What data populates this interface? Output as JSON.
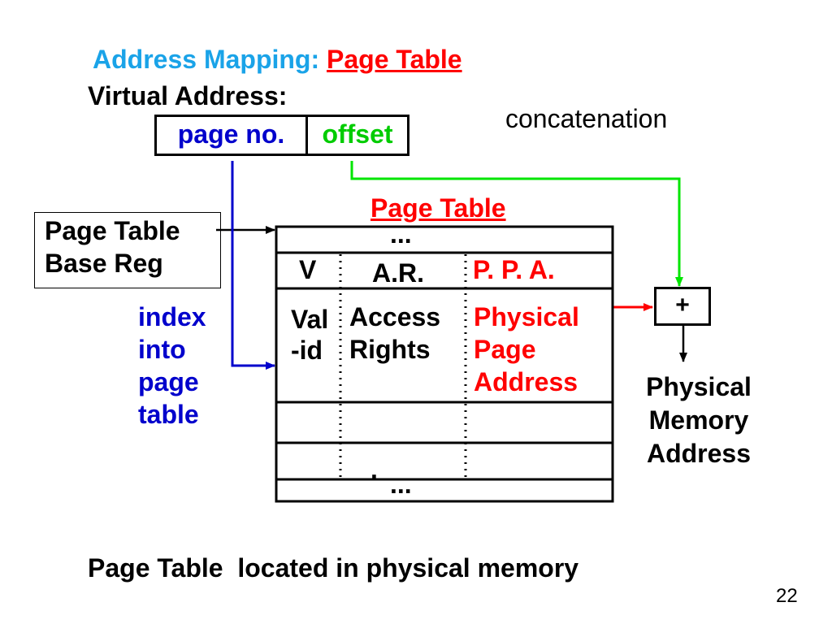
{
  "slide": {
    "title_prefix": "Address Mapping:",
    "title_highlight": "Page Table",
    "virtual_address_label": "Virtual Address:",
    "va_page_no": "page no.",
    "va_offset": "offset",
    "concatenation_label": "concatenation",
    "page_table_label": "Page Table",
    "base_reg_line1": "Page Table",
    "base_reg_line2": "Base Reg",
    "index_lines": [
      "index",
      "into",
      "page",
      "table"
    ],
    "table": {
      "top_ellipsis": "...",
      "header_v": "V",
      "header_ar": "A.R.",
      "header_ppa": "P. P. A.",
      "valid_line1": "Val",
      "valid_line2": "-id",
      "access_line1": "Access",
      "access_line2": "Rights",
      "ppa_lines": [
        "Physical",
        "Page",
        "Address"
      ],
      "dot": ".",
      "bottom_ellipsis": "..."
    },
    "adder_label": "+",
    "pma_lines": [
      "Physical",
      "Memory",
      "Address"
    ],
    "footer_text": "Page Table  located in physical memory",
    "page_number": "22"
  },
  "colors": {
    "title_blue": "#1aa3e8",
    "highlight_red": "#ff0000",
    "index_blue": "#0000cc",
    "arrow_blue": "#0000cc",
    "arrow_green": "#00e600",
    "arrow_red": "#ff0000",
    "black": "#000000"
  }
}
